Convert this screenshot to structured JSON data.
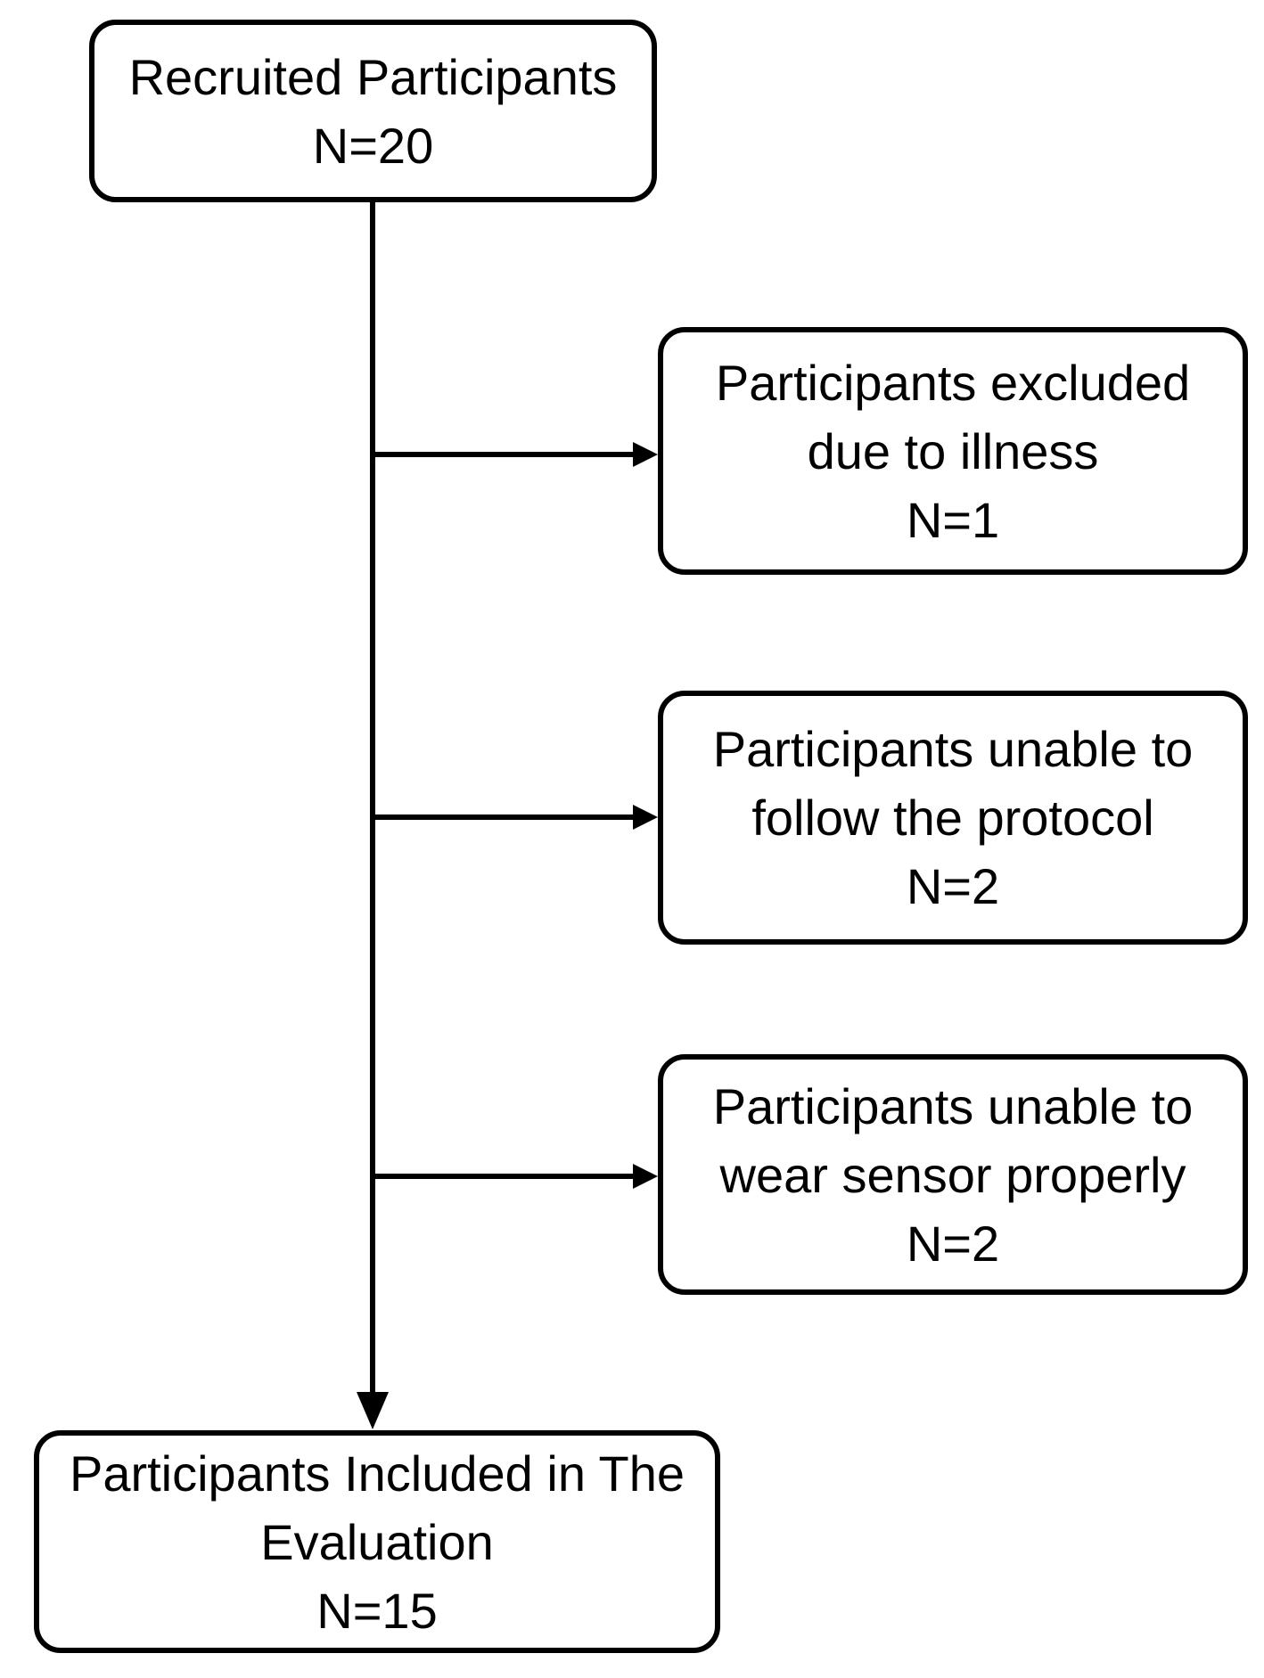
{
  "flowchart": {
    "background_color": "#ffffff",
    "line_color": "#000000",
    "text_color": "#000000",
    "nodes": [
      {
        "id": "recruited",
        "lines": [
          "Recruited Participants",
          "N=20"
        ],
        "n": 20
      },
      {
        "id": "excluded-illness",
        "lines": [
          "Participants excluded",
          "due to illness",
          "N=1"
        ],
        "n": 1
      },
      {
        "id": "unable-to-follow-protocol",
        "lines": [
          "Participants unable to",
          "follow the protocol",
          "N=2"
        ],
        "n": 2
      },
      {
        "id": "unable-to-wear-sensor",
        "lines": [
          "Participants unable to",
          "wear sensor properly",
          "N=2"
        ],
        "n": 2
      },
      {
        "id": "included-in-evaluation",
        "lines": [
          "Participants Included in The",
          "Evaluation",
          "N=15"
        ],
        "n": 15
      }
    ],
    "edges": [
      {
        "from": "recruited",
        "to": "included-in-evaluation",
        "type": "arrow-down"
      },
      {
        "from": "recruited",
        "to": "excluded-illness",
        "type": "arrow-right"
      },
      {
        "from": "recruited",
        "to": "unable-to-follow-protocol",
        "type": "arrow-right"
      },
      {
        "from": "recruited",
        "to": "unable-to-wear-sensor",
        "type": "arrow-right"
      }
    ]
  }
}
